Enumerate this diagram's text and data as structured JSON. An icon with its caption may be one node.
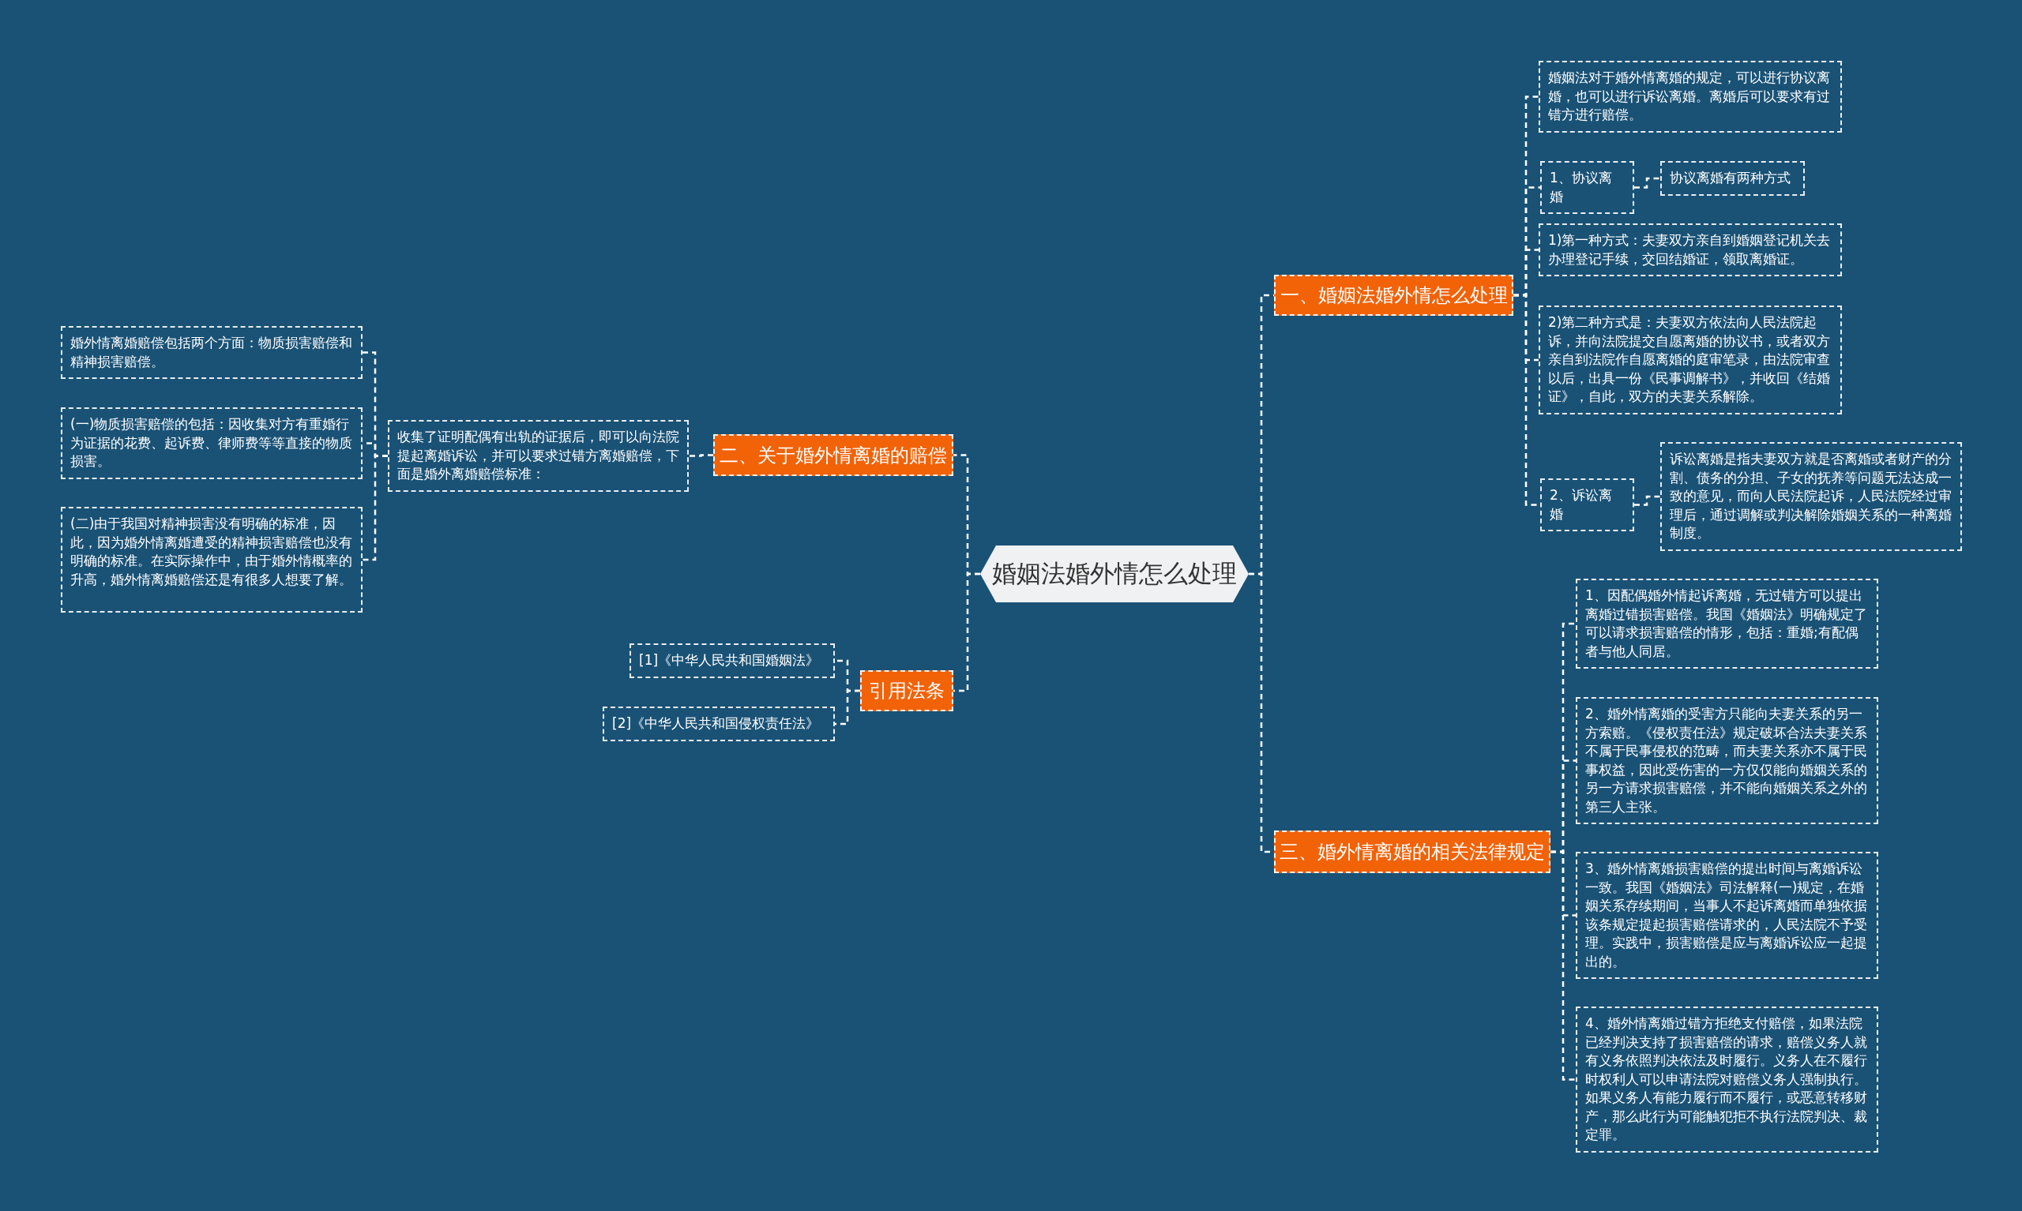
{
  "diagram": {
    "nodes": [
      {
        "text": [
          "婚姻法婚外情怎么处理"
        ]
      },
      {
        "text": [
          "一、婚姻法婚外情怎么处理"
        ]
      },
      {
        "text": [
          "婚姻法对于婚外情离婚的规定，可以进行协议离婚，也可以进行诉讼离婚。离婚后可以要求有过错方进行赔偿。"
        ]
      },
      {
        "text": [
          "1、协议离婚"
        ]
      },
      {
        "text": [
          "协议离婚有两种方式"
        ]
      },
      {
        "text": [
          "1)第一种方式：夫妻双方亲自到婚姻登记机关去办理登记手续，交回结婚证，领取离婚证。"
        ]
      },
      {
        "text": [
          "2)第二种方式是：夫妻双方依法向人民法院起诉，并向法院提交自愿离婚的协议书，或者双方亲自到法院作自愿离婚的庭审笔录，由法院审查以后，出具一份《民事调解书》，并收回《结婚证》，自此，双方的夫妻关系解除。"
        ]
      },
      {
        "text": [
          "2、诉讼离婚"
        ]
      },
      {
        "text": [
          "诉讼离婚是指夫妻双方就是否离婚或者财产的分割、债务的分担、子女的抚养等问题无法达成一致的意见，而向人民法院起诉，人民法院经过审理后，通过调解或判决解除婚姻关系的一种离婚制度。"
        ]
      },
      {
        "text": [
          "二、关于婚外情离婚的赔偿"
        ]
      },
      {
        "text": [
          "收集了证明配偶有出轨的证据后，即可以向法院提起离婚诉讼，并可以要求过错方离婚赔偿，下面是婚外离婚赔偿标准："
        ]
      },
      {
        "text": [
          "婚外情离婚赔偿包括两个方面：物质损害赔偿和精神损害赔偿。"
        ]
      },
      {
        "text": [
          "(一)物质损害赔偿的包括：因收集对方有重婚行为证据的花费、起诉费、律师费等等直接的物质损害。"
        ]
      },
      {
        "text": [
          "(二)由于我国对精神损害没有明确的标准，因此，因为婚外情离婚遭受的精神损害赔偿也没有明确的标准。在实际操作中，由于婚外情概率的升高，婚外情离婚赔偿还是有很多人想要了解。"
        ]
      },
      {
        "text": [
          "引用法条"
        ]
      },
      {
        "text": [
          "[1]《中华人民共和国婚姻法》"
        ]
      },
      {
        "text": [
          "[2]《中华人民共和国侵权责任法》"
        ]
      },
      {
        "text": [
          "三、婚外情离婚的相关法律规定"
        ]
      },
      {
        "text": [
          "1、因配偶婚外情起诉离婚，无过错方可以提出离婚过错损害赔偿。我国《婚姻法》明确规定了可以请求损害赔偿的情形，包括：重婚;有配偶者与他人同居。"
        ]
      },
      {
        "text": [
          "2、婚外情离婚的受害方只能向夫妻关系的另一方索赔。《侵权责任法》规定破坏合法夫妻关系不属于民事侵权的范畴，而夫妻关系亦不属于民事权益，因此受伤害的一方仅仅能向婚姻关系的另一方请求损害赔偿，并不能向婚姻关系之外的第三人主张。"
        ]
      },
      {
        "text": [
          "3、婚外情离婚损害赔偿的提出时间与离婚诉讼一致。我国《婚姻法》司法解释(一)规定，在婚姻关系存续期间，当事人不起诉离婚而单独依据该条规定提起损害赔偿请求的，人民法院不予受理。实践中，损害赔偿是应与离婚诉讼应一起提出的。"
        ]
      },
      {
        "text": [
          "4、婚外情离婚过错方拒绝支付赔偿，如果法院已经判决支持了损害赔偿的请求，赔偿义务人就有义务依照判决依法及时履行。义务人在不履行时权利人可以申请法院对赔偿义务人强制执行。如果义务人有能力履行而不履行，或恶意转移财产，那么此行为可能触犯拒不执行法院判决、裁定罪。"
        ]
      }
    ],
    "edges": [
      {
        "from": 0,
        "to": 1,
        "arrow": "none"
      },
      {
        "from": 0,
        "to": 9,
        "arrow": "none"
      },
      {
        "from": 0,
        "to": 14,
        "arrow": "none"
      },
      {
        "from": 0,
        "to": 17,
        "arrow": "none"
      },
      {
        "from": 1,
        "to": 2,
        "arrow": "none"
      },
      {
        "from": 1,
        "to": 3,
        "arrow": "none"
      },
      {
        "from": 1,
        "to": 5,
        "arrow": "none"
      },
      {
        "from": 1,
        "to": 6,
        "arrow": "none"
      },
      {
        "from": 1,
        "to": 7,
        "arrow": "none"
      },
      {
        "from": 3,
        "to": 4,
        "arrow": "none"
      },
      {
        "from": 7,
        "to": 8,
        "arrow": "none"
      },
      {
        "from": 9,
        "to": 10,
        "arrow": "none"
      },
      {
        "from": 10,
        "to": 11,
        "arrow": "none"
      },
      {
        "from": 10,
        "to": 12,
        "arrow": "none"
      },
      {
        "from": 10,
        "to": 13,
        "arrow": "none"
      },
      {
        "from": 14,
        "to": 15,
        "arrow": "none"
      },
      {
        "from": 14,
        "to": 16,
        "arrow": "none"
      },
      {
        "from": 17,
        "to": 18,
        "arrow": "none"
      },
      {
        "from": 17,
        "to": 19,
        "arrow": "none"
      },
      {
        "from": 17,
        "to": 20,
        "arrow": "none"
      },
      {
        "from": 17,
        "to": 21,
        "arrow": "none"
      }
    ]
  }
}
